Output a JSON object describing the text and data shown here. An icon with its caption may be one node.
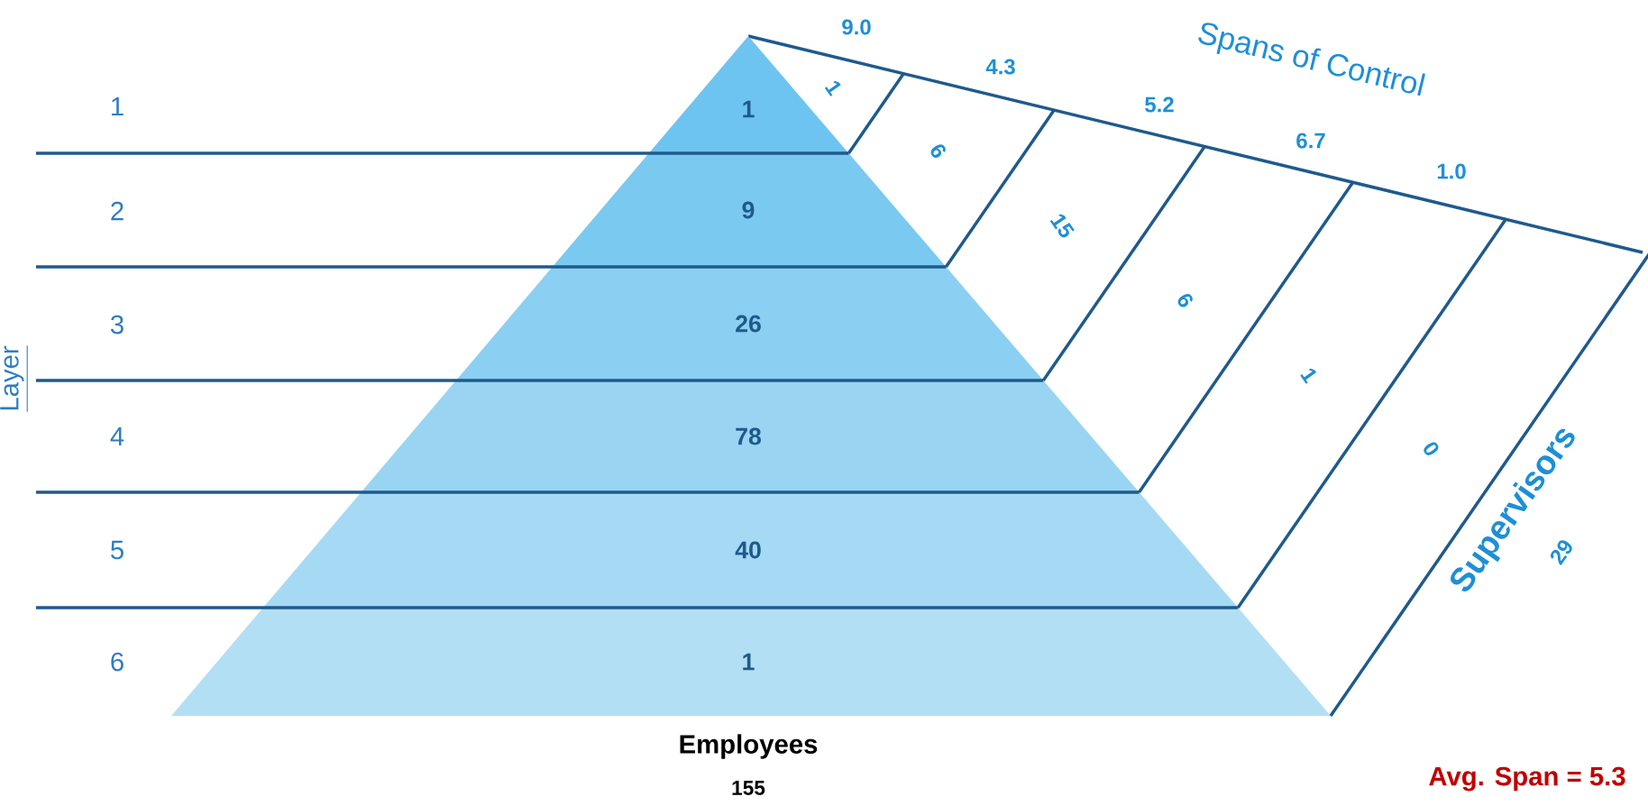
{
  "diagram": {
    "nodes": [
      {
        "text": [
          "1"
        ]
      },
      {
        "text": [
          "9"
        ]
      },
      {
        "text": [
          "26"
        ]
      },
      {
        "text": [
          "78"
        ]
      },
      {
        "text": [
          "40"
        ]
      },
      {
        "text": [
          "1"
        ]
      }
    ],
    "labels": [
      "1",
      "2",
      "3",
      "4",
      "5",
      "6",
      "Layer",
      "9.0",
      "4.3",
      "5.2",
      "6.7",
      "1.0",
      "Spans of Control",
      "1",
      "6",
      "15",
      "6",
      "1",
      "0",
      "Supervisors",
      "29",
      "Employees",
      "155",
      "Avg. Span = 5.3"
    ]
  }
}
